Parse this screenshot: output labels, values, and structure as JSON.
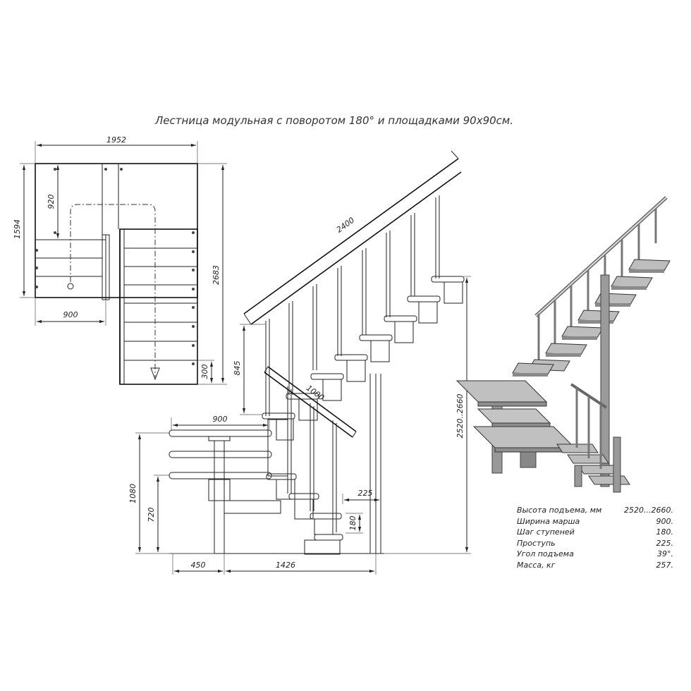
{
  "title": "Лестница модульная с поворотом 180° и площадками 90х90см.",
  "plan_dims": {
    "width": "1952",
    "depth": "1594",
    "landing": "920",
    "tread_width": "900",
    "full_length": "2683",
    "last_step": "300"
  },
  "side_dims": {
    "rail_length": "2400",
    "rail2_length": "1000",
    "post_height": "845",
    "landing_width": "900",
    "height_1080": "1080",
    "height_720": "720",
    "offset_450": "450",
    "run_1426": "1426",
    "total_height": "2520..2660",
    "going": "225",
    "rise": "180"
  },
  "specs": [
    {
      "label": "Высота подъема, мм",
      "value": "2520...2660."
    },
    {
      "label": "Ширина марша",
      "value": "900."
    },
    {
      "label": "Шаг ступеней",
      "value": "180."
    },
    {
      "label": "Проступь",
      "value": "225."
    },
    {
      "label": "Угол подъема",
      "value": "39°."
    },
    {
      "label": "Масса, кг",
      "value": "257."
    }
  ]
}
